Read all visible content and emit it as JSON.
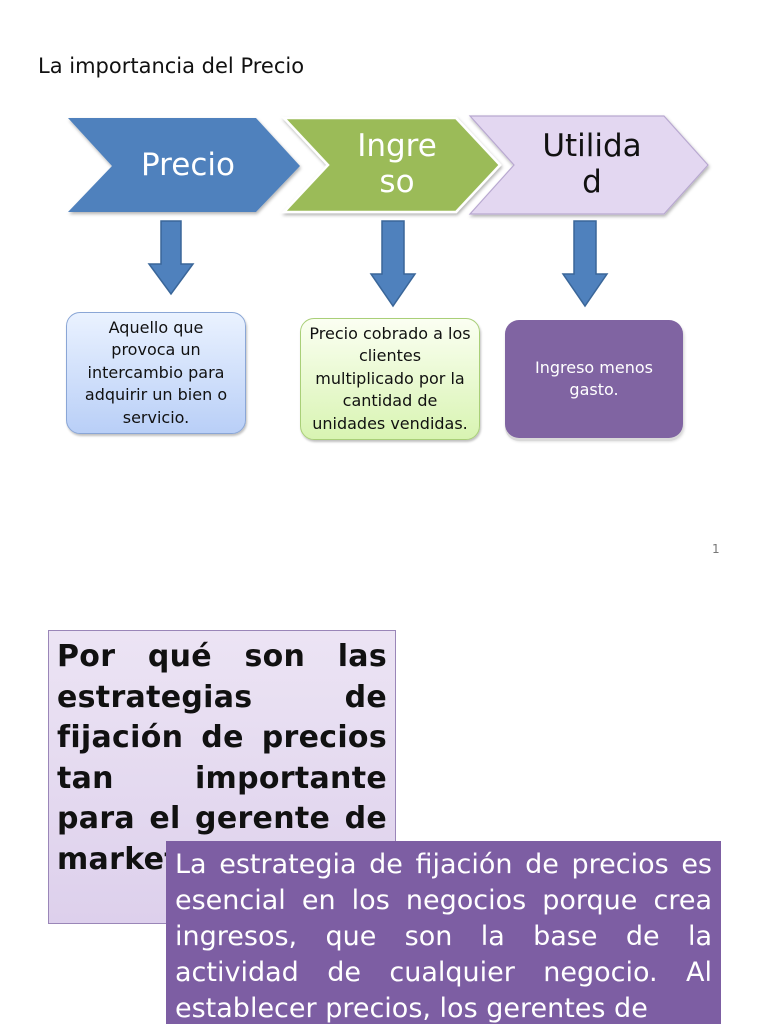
{
  "slide": {
    "title": "La importancia del Precio",
    "page_number": "1"
  },
  "chevrons": [
    {
      "label": "Precio",
      "fill": "#4f81bd"
    },
    {
      "label": "Ingre\nso",
      "fill": "#9bbb59"
    },
    {
      "label": "Utilida\nd",
      "fill": "#e3d7f1"
    }
  ],
  "arrow_color": "#4f81bd",
  "definitions": [
    {
      "text": "Aquello que provoca un intercambio para adquirir un bien o servicio."
    },
    {
      "text": "Precio cobrado a los clientes multiplicado por la cantidad de unidades vendidas."
    },
    {
      "text": "Ingreso menos gasto."
    }
  ],
  "question": {
    "text": "Por qué son las estrategias de fijación de precios tan importante para el gerente de marketing?"
  },
  "answer": {
    "text": "La estrategia de fijación de precios es esencial en los negocios porque crea ingresos, que son la base de la actividad de cualquier negocio. Al establecer precios, los gerentes de"
  }
}
